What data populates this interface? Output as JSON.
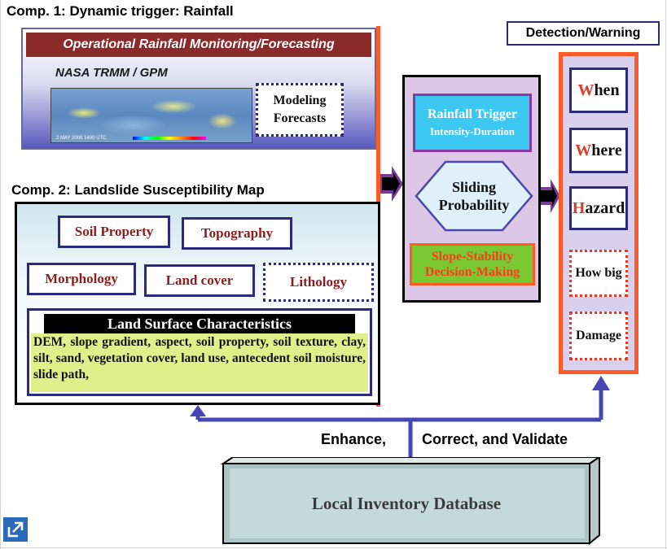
{
  "comp1": {
    "title": "Comp. 1: Dynamic trigger: Rainfall",
    "banner": "Operational Rainfall Monitoring/Forecasting",
    "satellite_label": "NASA TRMM / GPM",
    "map_caption": "2 MAY 2006 1400 UTC",
    "modeling_box": [
      "Modeling",
      "Forecasts"
    ]
  },
  "comp2": {
    "title": "Comp. 2: Landslide Susceptibility Map",
    "factors": {
      "soil_property": "Soil Property",
      "topography": "Topography",
      "morphology": "Morphology",
      "land_cover": "Land cover",
      "lithology": "Lithology"
    },
    "lsc_header": "Land Surface Characteristics",
    "lsc_text": "DEM, slope gradient, aspect, soil property, soil texture, clay, silt, sand, vegetation cover, land use, antecedent soil moisture, slide path,"
  },
  "middle": {
    "rainfall_trigger": "Rainfall Trigger",
    "intensity_duration": "Intensity-Duration",
    "sliding_probability": [
      "Sliding",
      "Probability"
    ],
    "decision": [
      "Slope-Stability",
      "Decision-Making"
    ]
  },
  "detection": {
    "title": "Detection/Warning",
    "items": [
      {
        "first": "W",
        "rest": "hen"
      },
      {
        "first": "W",
        "rest": "here"
      },
      {
        "first": "H",
        "rest": "azard"
      }
    ],
    "dashed_items": [
      "How big",
      "Damage"
    ]
  },
  "bottom": {
    "enhance": "Enhance,",
    "correct": "Correct, and Validate",
    "database": "Local Inventory Database"
  },
  "colors": {
    "maroon": "#8b1d1d",
    "navy": "#1d1d7a",
    "orange_red": "#ff5a28",
    "arrow_blue": "#4646b4",
    "cyan": "#3cc8f0",
    "green": "#7cc832",
    "lime_fill": "#dff08a",
    "purple_panel": "#dcc8e6"
  }
}
